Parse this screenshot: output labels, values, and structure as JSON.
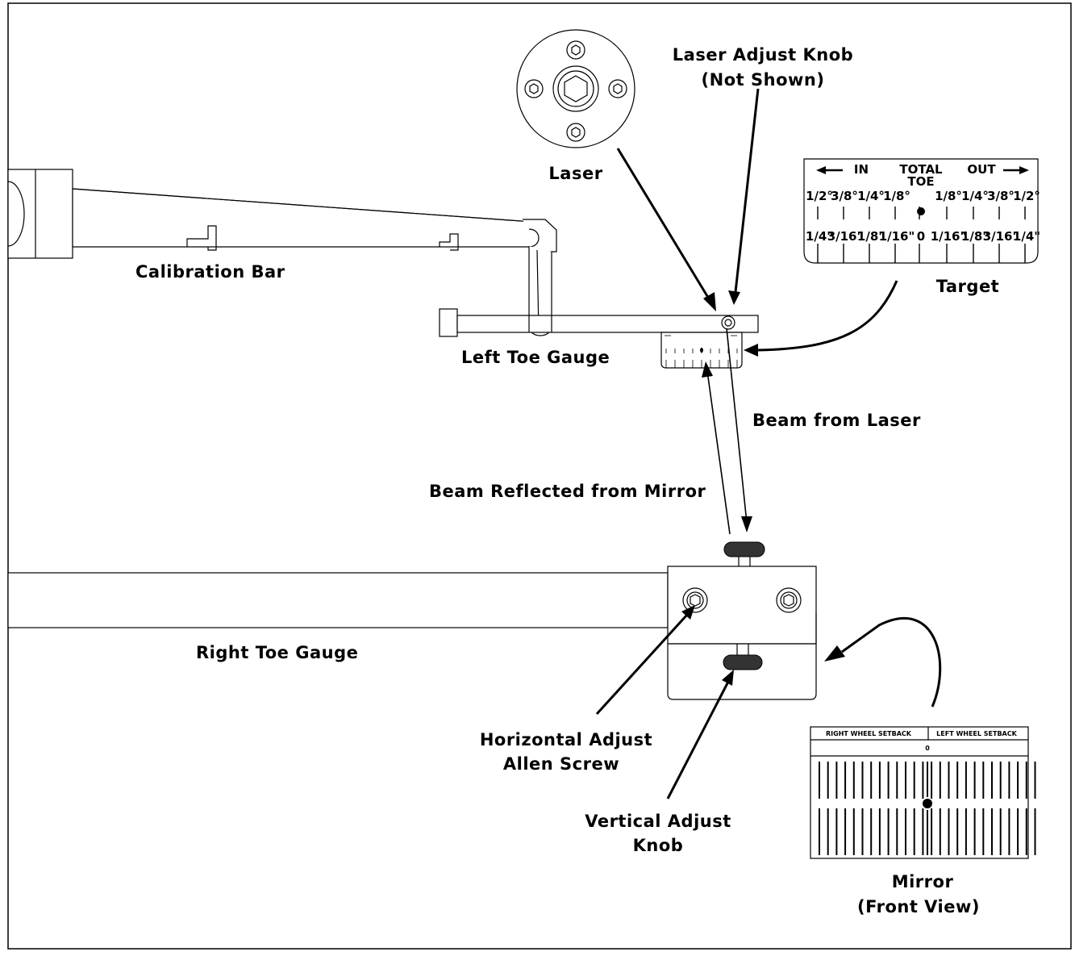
{
  "labels": {
    "laser_adjust_knob_line1": "Laser Adjust Knob",
    "laser_adjust_knob_line2": "(Not Shown)",
    "laser": "Laser",
    "target": "Target",
    "calibration_bar": "Calibration Bar",
    "left_toe_gauge": "Left Toe Gauge",
    "beam_from_laser": "Beam from Laser",
    "beam_reflected": "Beam Reflected from Mirror",
    "right_toe_gauge": "Right Toe Gauge",
    "horizontal_adjust_line1": "Horizontal Adjust",
    "horizontal_adjust_line2": "Allen Screw",
    "vertical_adjust_line1": "Vertical Adjust",
    "vertical_adjust_line2": "Knob",
    "mirror_line1": "Mirror",
    "mirror_line2": "(Front View)"
  },
  "target_scale": {
    "in": "IN",
    "total": "TOTAL",
    "toe": "TOE",
    "out": "OUT",
    "top_row": [
      "1/2",
      "3/8",
      "1/4",
      "1/8",
      "1/8",
      "1/4",
      "3/8",
      "1/2"
    ],
    "bottom_row": [
      "1/4",
      "3/16",
      "1/8",
      "1/16",
      "0",
      "1/16",
      "1/8",
      "3/16",
      "1/4"
    ],
    "top_unit": "°",
    "bottom_unit": "\""
  },
  "mirror_scale": {
    "right_header": "RIGHT WHEEL SETBACK",
    "left_header": "LEFT WHEEL SETBACK",
    "zero": "0"
  }
}
